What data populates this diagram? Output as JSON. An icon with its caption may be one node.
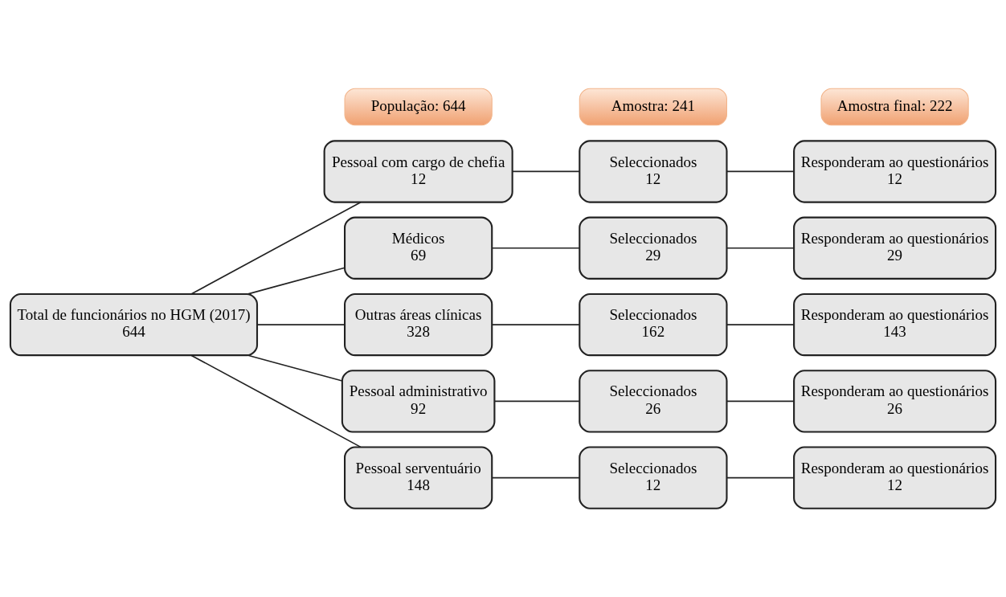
{
  "diagram": {
    "nodes": [
      {
        "text": [
          "Total de funcionários no HGM (2017)",
          "644"
        ]
      },
      {
        "text": [
          "Pessoal com cargo de chefia",
          "12"
        ]
      },
      {
        "text": [
          "Seleccionados",
          "12"
        ]
      },
      {
        "text": [
          "Responderam ao questionários",
          "12"
        ]
      },
      {
        "text": [
          "Médicos",
          "69"
        ]
      },
      {
        "text": [
          "Seleccionados",
          "29"
        ]
      },
      {
        "text": [
          "Responderam ao questionários",
          "29"
        ]
      },
      {
        "text": [
          "Outras áreas clínicas",
          "328"
        ]
      },
      {
        "text": [
          "Seleccionados",
          "162"
        ]
      },
      {
        "text": [
          "Responderam ao questionários",
          "143"
        ]
      },
      {
        "text": [
          "Pessoal administrativo",
          "92"
        ]
      },
      {
        "text": [
          "Seleccionados",
          "26"
        ]
      },
      {
        "text": [
          "Responderam ao questionários",
          "26"
        ]
      },
      {
        "text": [
          "Pessoal serventuário",
          "148"
        ]
      },
      {
        "text": [
          "Seleccionados",
          "12"
        ]
      },
      {
        "text": [
          "Responderam ao questionários",
          "12"
        ]
      },
      {
        "text": [
          "População: 644"
        ]
      },
      {
        "text": [
          "Amostra: 241"
        ]
      },
      {
        "text": [
          "Amostra final: 222"
        ]
      }
    ],
    "edges": [
      {
        "from": 0,
        "to": 1,
        "arrow": "none"
      },
      {
        "from": 0,
        "to": 4,
        "arrow": "none"
      },
      {
        "from": 0,
        "to": 7,
        "arrow": "none"
      },
      {
        "from": 0,
        "to": 10,
        "arrow": "none"
      },
      {
        "from": 0,
        "to": 13,
        "arrow": "none"
      },
      {
        "from": 1,
        "to": 2,
        "arrow": "none"
      },
      {
        "from": 2,
        "to": 3,
        "arrow": "none"
      },
      {
        "from": 4,
        "to": 5,
        "arrow": "none"
      },
      {
        "from": 5,
        "to": 6,
        "arrow": "none"
      },
      {
        "from": 7,
        "to": 8,
        "arrow": "none"
      },
      {
        "from": 8,
        "to": 9,
        "arrow": "none"
      },
      {
        "from": 10,
        "to": 11,
        "arrow": "none"
      },
      {
        "from": 11,
        "to": 12,
        "arrow": "none"
      },
      {
        "from": 13,
        "to": 14,
        "arrow": "none"
      },
      {
        "from": 14,
        "to": 15,
        "arrow": "none"
      }
    ]
  }
}
